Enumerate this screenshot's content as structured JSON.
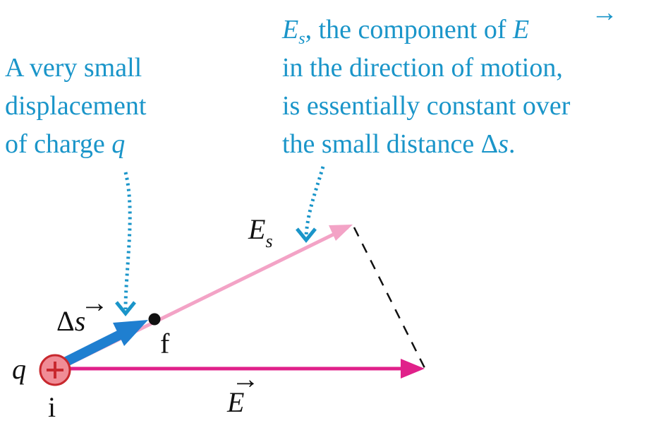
{
  "colors": {
    "caption": "#1a95c9",
    "displacement_arrow": "#1f7fd0",
    "component_arrow": "#f3a3c6",
    "field_arrow": "#e0218a",
    "charge_fill": "#f08c96",
    "charge_stroke": "#c8282e",
    "projection_line": "#111111",
    "label_text": "#111111"
  },
  "left_caption": {
    "line1": "A very small",
    "line2": "displacement",
    "line3_prefix": "of charge ",
    "line3_var": "q"
  },
  "right_caption": {
    "line1_var": "E",
    "line1_sub": "s",
    "line1_text": ", the component of ",
    "line1_vec": "E",
    "line2": "in the direction of motion,",
    "line3": "is essentially constant over",
    "line4_prefix": "the small distance ",
    "line4_delta": "Δ",
    "line4_var": "s",
    "line4_suffix": "."
  },
  "labels": {
    "charge_q": "q",
    "charge_sign": "+",
    "point_initial": "i",
    "point_final": "f",
    "delta_s_delta": "Δ",
    "delta_s_var": "s",
    "es_var": "E",
    "es_sub": "s",
    "field_var": "E",
    "vector_arrow": "→"
  },
  "icons": {
    "displacement": "thick-arrow",
    "component": "arrow",
    "field": "arrow",
    "pointer": "dotted-pointer-arrow",
    "charge": "plus-circle"
  }
}
